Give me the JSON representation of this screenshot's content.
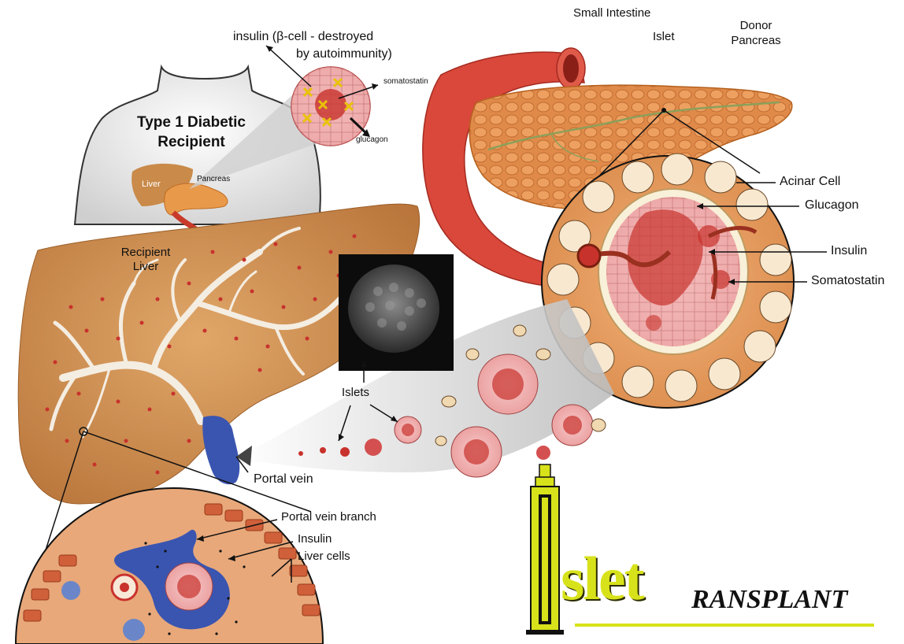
{
  "labels": {
    "insulin_top_line1": "insulin (β-cell - destroyed",
    "insulin_top_line2": "by autoimmunity)",
    "somatostatin_small": "somatostatin",
    "glucagon_small": "glucagon",
    "recipient_title_line1": "Type 1 Diabetic",
    "recipient_title_line2": "Recipient",
    "liver_small": "Liver",
    "pancreas_small": "Pancreas",
    "recipient_liver_line1": "Recipient",
    "recipient_liver_line2": "Liver",
    "small_intestine": "Small Intestine",
    "islet": "Islet",
    "donor_pancreas_line1": "Donor",
    "donor_pancreas_line2": "Pancreas",
    "acinar_cell": "Acinar Cell",
    "glucagon": "Glucagon",
    "insulin": "Insulin",
    "somatostatin": "Somatostatin",
    "islets": "Islets",
    "portal_vein": "Portal vein",
    "portal_vein_branch": "Portal vein branch",
    "insulin_lower": "Insulin",
    "liver_cells": "Liver cells"
  },
  "logo": {
    "big_text": "slet",
    "small_text": "RANSPLANT",
    "accent_color": "#d8e21a"
  },
  "colors": {
    "liver": "#c98a4a",
    "pancreas": "#e07a4a",
    "islet_red": "#c8322c",
    "vein_blue": "#3a55b0"
  }
}
